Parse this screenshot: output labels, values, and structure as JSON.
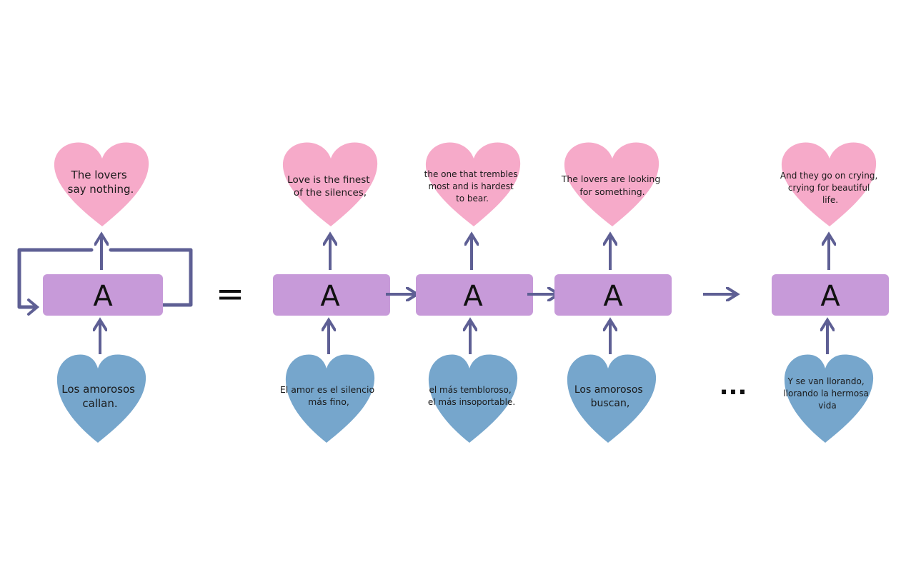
{
  "colors": {
    "output_heart": "#f5a3c4",
    "input_heart": "#6a9ec8",
    "cell": "#c79ad9",
    "arrow": "#5e5f94"
  },
  "rolled": {
    "output": [
      "The lovers",
      "say nothing."
    ],
    "cell_label": "A",
    "input": [
      "Los amorosos",
      "callan."
    ]
  },
  "equals_sign": "=",
  "ellipsis": "...",
  "unrolled": [
    {
      "output": [
        "Love is the finest",
        "of the silences,"
      ],
      "cell_label": "A",
      "input": [
        "El amor es el silencio",
        "más fino,"
      ]
    },
    {
      "output": [
        "the one that trembles",
        "most and is hardest",
        "to bear."
      ],
      "cell_label": "A",
      "input": [
        "el más tembloroso,",
        "el más insoportable."
      ]
    },
    {
      "output": [
        "The lovers are looking",
        "for something."
      ],
      "cell_label": "A",
      "input": [
        "Los amorosos",
        "buscan,"
      ]
    },
    {
      "output": [
        "And they go on crying,",
        "crying for beautiful",
        "life."
      ],
      "cell_label": "A",
      "input": [
        "Y se van llorando,",
        "llorando la hermosa",
        "vida"
      ]
    }
  ]
}
